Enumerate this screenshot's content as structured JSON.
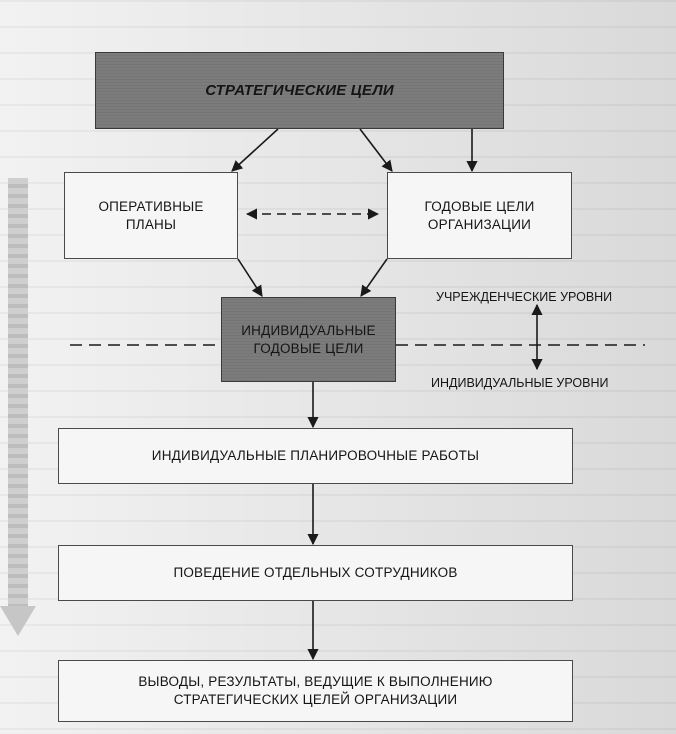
{
  "boxes": {
    "strategic_goals": "СТРАТЕГИЧЕСКИЕ ЦЕЛИ",
    "operative_plans": [
      "ОПЕРАТИВНЫЕ",
      "ПЛАНЫ"
    ],
    "annual_goals": [
      "ГОДОВЫЕ ЦЕЛИ",
      "ОРГАНИЗАЦИИ"
    ],
    "individual_annual_goals": [
      "ИНДИВИДУАЛЬНЫЕ",
      "ГОДОВЫЕ ЦЕЛИ"
    ],
    "individual_planning": "ИНДИВИДУАЛЬНЫЕ ПЛАНИРОВОЧНЫЕ РАБОТЫ",
    "employee_behavior": "ПОВЕДЕНИЕ ОТДЕЛЬНЫХ СОТРУДНИКОВ",
    "outputs": [
      "ВЫВОДЫ, РЕЗУЛЬТАТЫ, ВЕДУЩИЕ К ВЫПОЛНЕНИЮ",
      "СТРАТЕГИЧЕСКИХ ЦЕЛЕЙ ОРГАНИЗАЦИИ"
    ]
  },
  "levels": {
    "organizational": "УЧРЕЖДЕНЧЕСКИЕ УРОВНИ",
    "individual": "ИНДИВИДУАЛЬНЫЕ УРОВНИ"
  },
  "colors": {
    "dark_box": "#7c7c7c",
    "light_box": "#f6f6f6",
    "lines": "#1a1a1a"
  }
}
